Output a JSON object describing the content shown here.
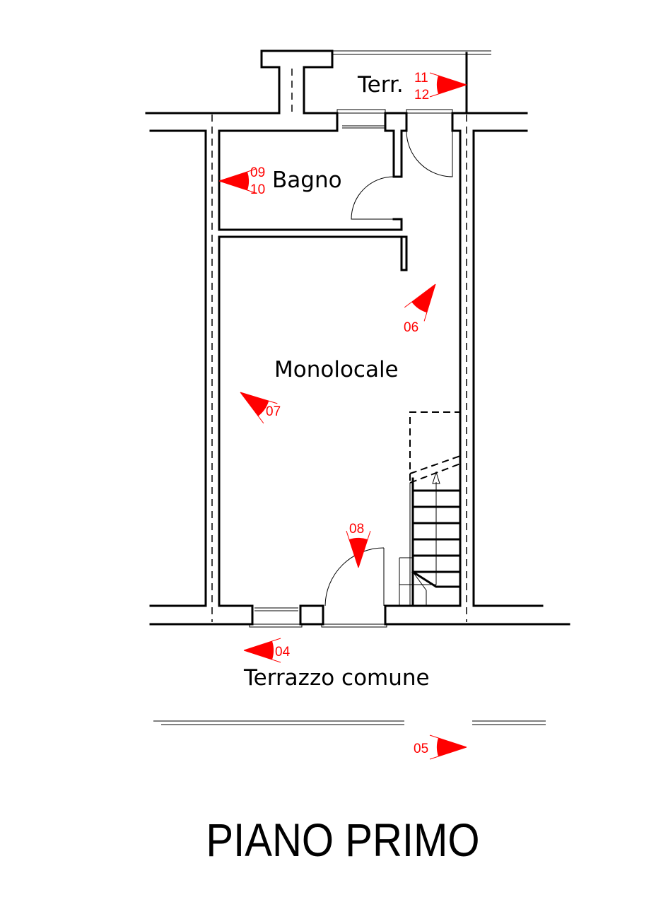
{
  "plan": {
    "title": "PIANO PRIMO",
    "rooms": {
      "terrace_small": "Terr.",
      "bathroom": "Bagno",
      "studio": "Monolocale",
      "common_terrace": "Terrazzo comune"
    },
    "photo_markers": {
      "m04": "04",
      "m05": "05",
      "m06": "06",
      "m07": "07",
      "m08": "08",
      "m09": "09",
      "m10": "10",
      "m11": "11",
      "m12": "12"
    }
  },
  "colors": {
    "walls": "#000000",
    "markers": "#ff0000"
  }
}
